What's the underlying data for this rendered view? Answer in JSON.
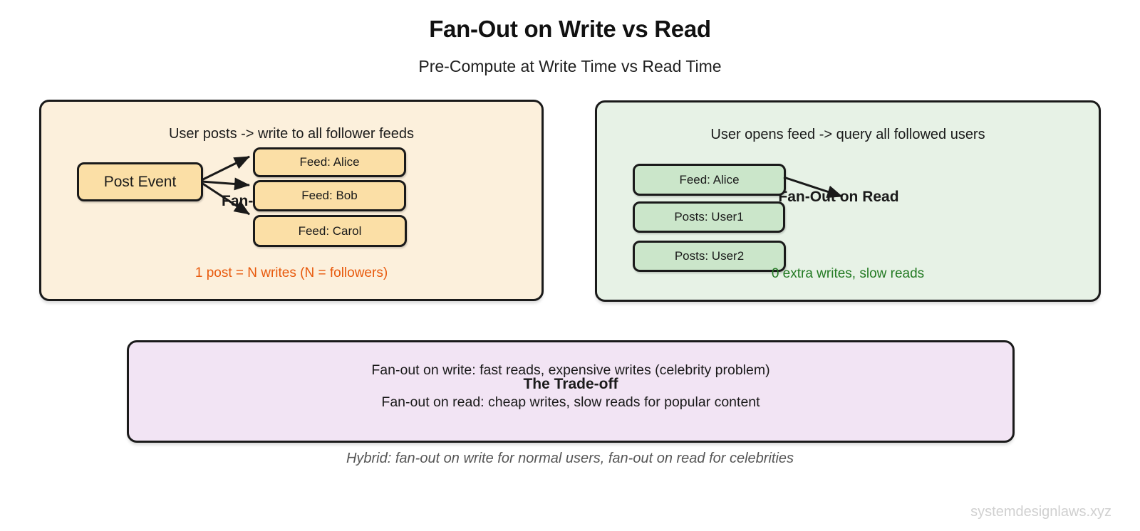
{
  "page": {
    "title": "Fan-Out on Write vs Read",
    "subtitle": "Pre-Compute at Write Time vs Read Time",
    "hybrid_note": "Hybrid: fan-out on write for normal users, fan-out on read for celebrities",
    "watermark": "systemdesignlaws.xyz"
  },
  "write_panel": {
    "title": "Fan-Out on Write",
    "header": "User posts -> write to all follower feeds",
    "source_node": "Post Event",
    "targets": [
      "Feed: Alice",
      "Feed: Bob",
      "Feed: Carol"
    ],
    "note": "1 post = N writes (N = followers)",
    "colors": {
      "panel_bg": "#fcf0dc",
      "node_bg": "#fbdfa6",
      "note_text": "#e8590c",
      "border": "#1a1a1a"
    }
  },
  "read_panel": {
    "title": "Fan-Out on Read",
    "header": "User opens feed -> query all followed users",
    "nodes": [
      "Feed: Alice",
      "Posts: User1",
      "Posts: User2"
    ],
    "note": "0 extra writes, slow reads",
    "colors": {
      "panel_bg": "#e7f2e6",
      "node_bg": "#cbe6ca",
      "note_text": "#237a23",
      "border": "#1a1a1a"
    }
  },
  "tradeoff_panel": {
    "title": "The Trade-off",
    "lines": [
      "Fan-out on write: fast reads, expensive writes (celebrity problem)",
      "Fan-out on read: cheap writes, slow reads for popular content"
    ],
    "colors": {
      "panel_bg": "#f2e4f4",
      "border": "#1a1a1a"
    }
  }
}
